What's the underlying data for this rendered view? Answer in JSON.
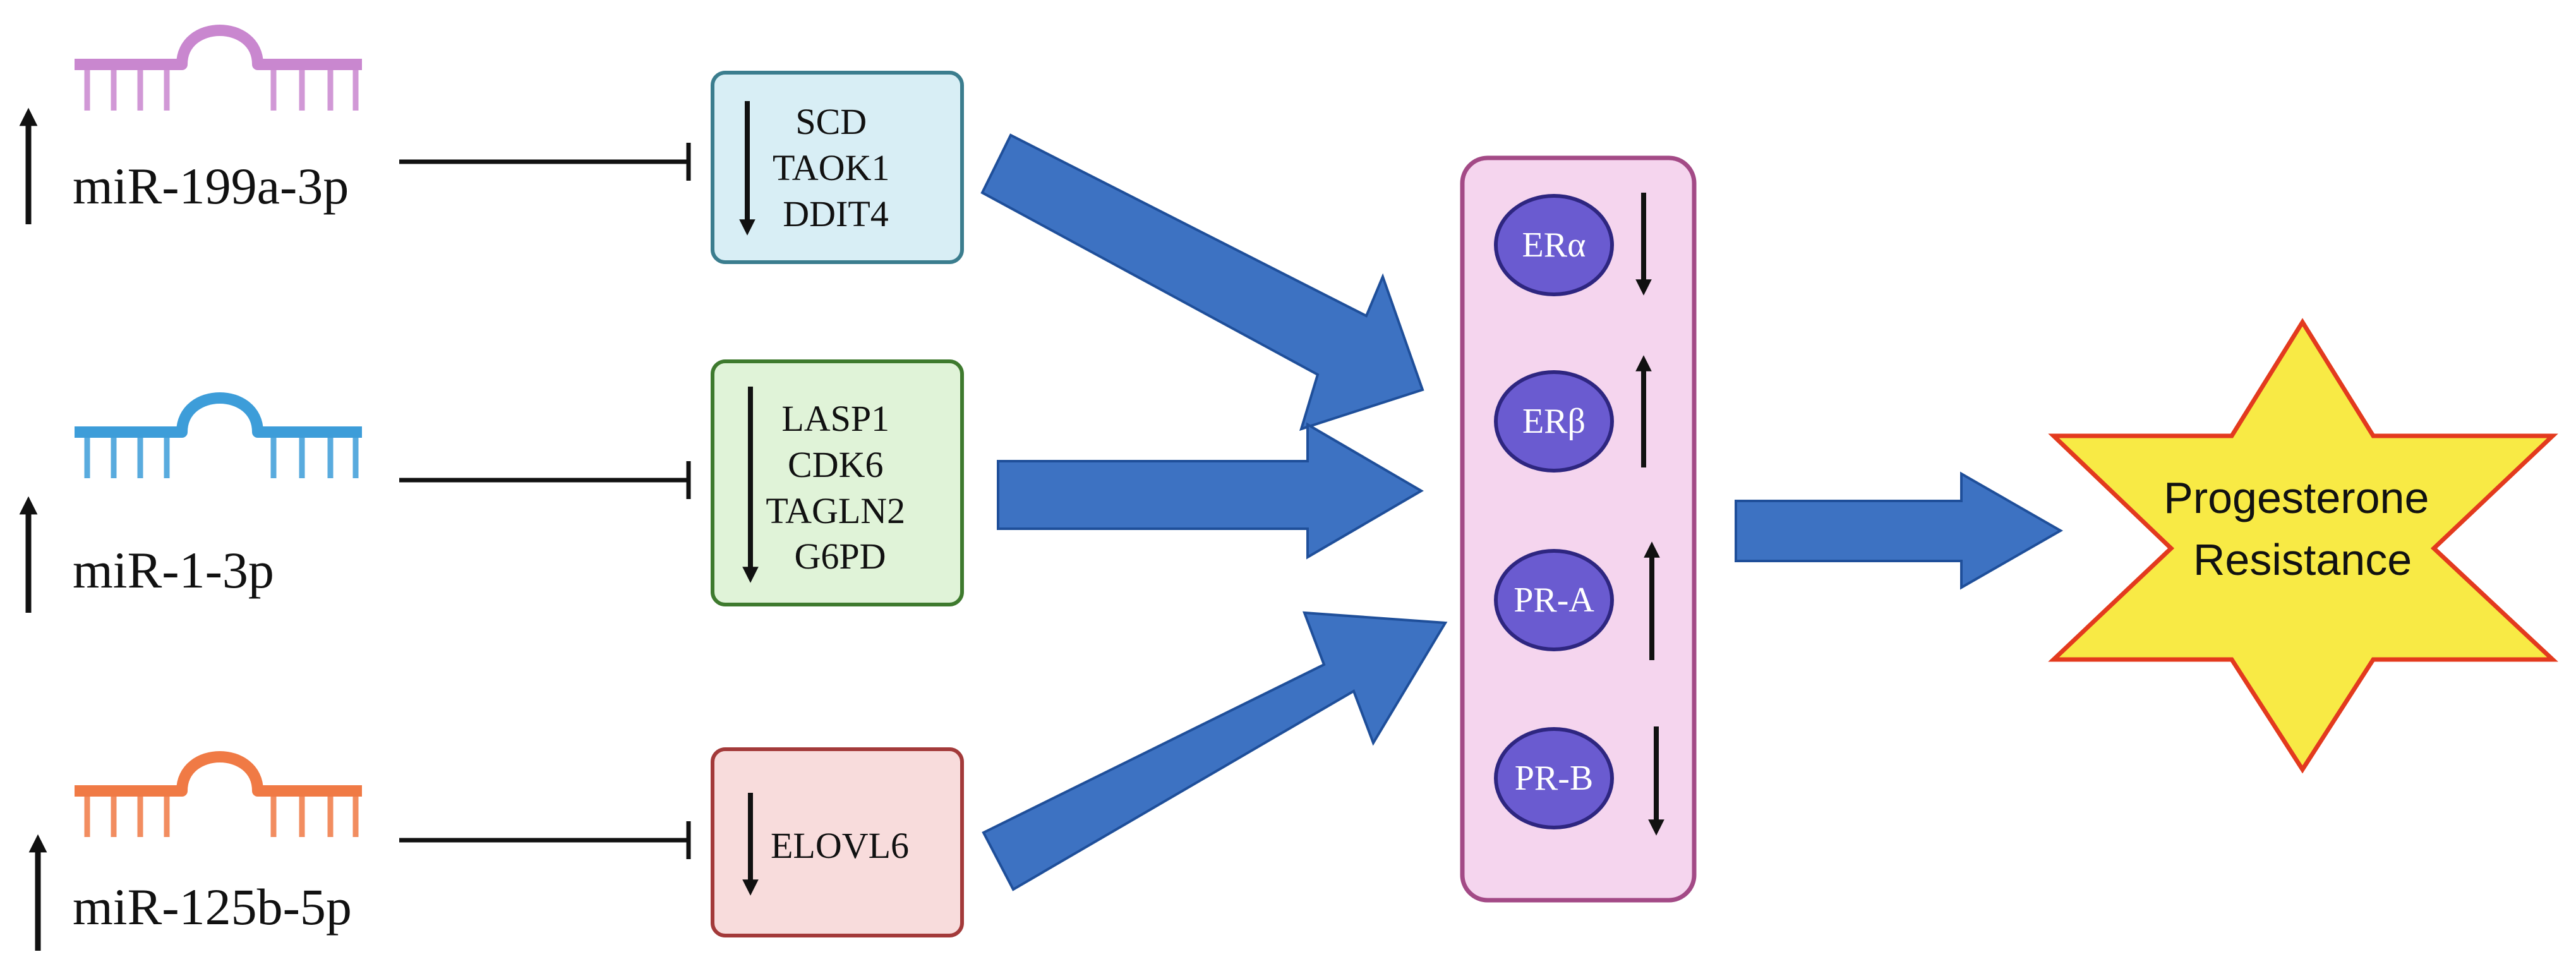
{
  "mirnas": [
    {
      "label": "miR-199a-3p",
      "color": "#c987cf",
      "direction": "up"
    },
    {
      "label": "miR-1-3p",
      "color": "#3d9dd9",
      "direction": "up"
    },
    {
      "label": "miR-125b-5p",
      "color": "#f07a45",
      "direction": "up"
    }
  ],
  "target_boxes": [
    {
      "genes": [
        "SCD",
        "TAOK1",
        "DDIT4"
      ],
      "fill": "#d8eef5",
      "stroke": "#3b7d8e",
      "direction": "down"
    },
    {
      "genes": [
        "LASP1",
        "CDK6",
        "TAGLN2",
        "G6PD"
      ],
      "fill": "#e0f3d8",
      "stroke": "#3e7a2e",
      "direction": "down"
    },
    {
      "genes": [
        "ELOVL6"
      ],
      "fill": "#f8dcdc",
      "stroke": "#a33a3a",
      "direction": "down"
    }
  ],
  "receptor_panel": {
    "fill": "#f5d5ee",
    "stroke": "#a34a86"
  },
  "receptors": [
    {
      "label": "ERα",
      "direction": "down"
    },
    {
      "label": "ERβ",
      "direction": "up"
    },
    {
      "label": "PR-A",
      "direction": "up"
    },
    {
      "label": "PR-B",
      "direction": "down"
    }
  ],
  "receptor_circle": {
    "fill": "#6a5bd0",
    "stroke": "#2e2680",
    "text_color": "#ffffff"
  },
  "flow_arrow_color": "#3d72c2",
  "outcome": {
    "lines": [
      "Progesterone",
      "Resistance"
    ],
    "fill": "#f8ea45",
    "stroke": "#e33a1e"
  }
}
